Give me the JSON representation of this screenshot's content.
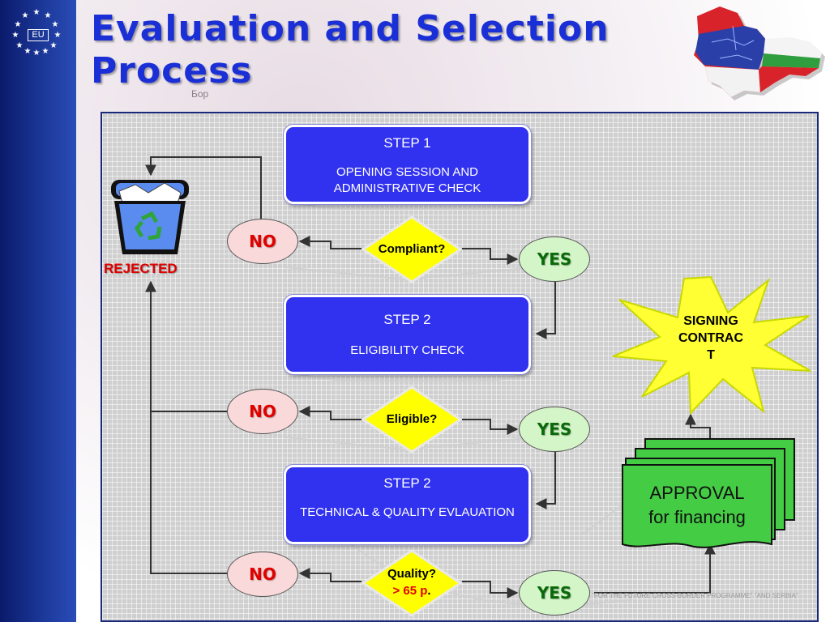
{
  "slide": {
    "title_line1": "Evaluation and Selection",
    "title_line2": "Process",
    "eu_label": "EU"
  },
  "map_labels": {
    "bor": "Бор"
  },
  "steps": [
    {
      "heading": "STEP 1",
      "description": "OPENING SESSION AND ADMINISTRATIVE CHECK"
    },
    {
      "heading": "STEP 2",
      "description": "ELIGIBILITY CHECK"
    },
    {
      "heading": "STEP 2",
      "description": "TECHNICAL & QUALITY EVLAUATION"
    }
  ],
  "decisions": [
    {
      "question": "Compliant?"
    },
    {
      "question": "Eligible?"
    },
    {
      "question": "Quality?",
      "threshold": "> 65 p",
      "threshold_suffix": "."
    }
  ],
  "outcomes": {
    "no": "NO",
    "yes": "YES",
    "rejected": "REJECTED"
  },
  "signing": {
    "line1": "SIGNING",
    "line2": "CONTRAC",
    "line3": "T"
  },
  "approval": {
    "line1": "APPROVAL",
    "line2": "for financing"
  },
  "footnote": "\"FOR THE FUTURE CROSS-BORDER PROGRAMME\" \"AND SERBIA\"",
  "colors": {
    "title": "#1a2fd6",
    "step_fill": "#3131f0",
    "decision_fill": "#ffff00",
    "no_text": "#e00000",
    "yes_text": "#0a6a0a",
    "star_fill": "#ffff33",
    "approval_fill": "#44cc44"
  }
}
